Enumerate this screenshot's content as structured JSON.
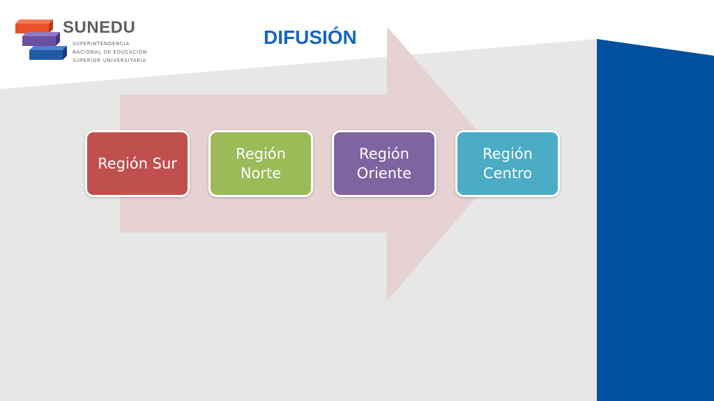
{
  "logo": {
    "name": "SUNEDU",
    "subtitle_lines": [
      "SUPERINTENDENCIA",
      "NACIONAL DE EDUCACIÓN",
      "SUPERIOR UNIVERSITARIA"
    ]
  },
  "title": "DIFUSIÓN",
  "steps": [
    {
      "label": "Región Sur",
      "color": "#c0504d"
    },
    {
      "label": "Región Norte",
      "color": "#9bbb59"
    },
    {
      "label": "Región Oriente",
      "color": "#8064a2"
    },
    {
      "label": "Región Centro",
      "color": "#4bacc6"
    }
  ],
  "colors": {
    "title": "#1565c0",
    "right_panel": "#0050a0",
    "gray_panel": "#e7e7e7",
    "arrow": "#e6d1d3",
    "logo_orange": "#e8522a",
    "logo_purple": "#6a4fa3",
    "logo_blue": "#1f5aa6"
  }
}
